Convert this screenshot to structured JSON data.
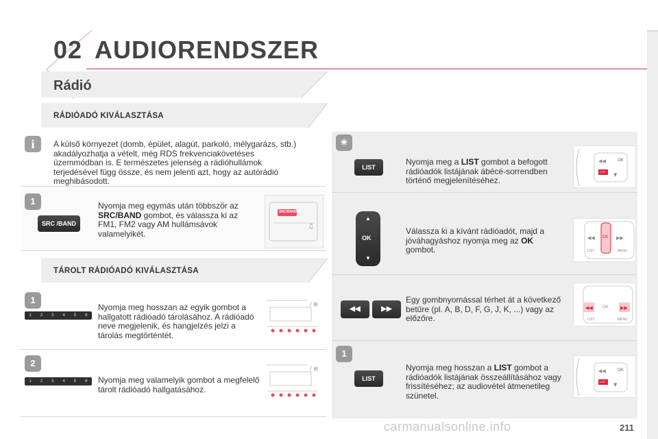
{
  "header": {
    "chapter_number": "02",
    "chapter_title": "AUDIORENDSZER"
  },
  "section": {
    "title": "Rádió"
  },
  "left": {
    "select_heading": "RÁDIÓADÓ KIVÁLASZTÁSA",
    "info_text": "A külső környezet (domb, épület, alagút, parkoló, mélygarázs, stb.) akadályozhatja a vételt, még RDS frekvenciakövetéses üzemmódban is. E természetes jelenség a rádióhullámok terjedésével függ össze, és nem jelenti azt, hogy az autórádió meghibásodott.",
    "step1_number": "1",
    "step1_pre": "Nyomja meg egymás után többször az ",
    "step1_bold": "SRC/BAND",
    "step1_post": " gombot, és válassza ki az FM1, FM2 vagy AM hullámsávok valamelyikét.",
    "src_band_label": "SRC /BAND",
    "src_band_thumb_label": "SRC/BAND",
    "stored_heading": "TÁROLT RÁDIÓADÓ KIVÁLASZTÁSA",
    "stored_step1_number": "1",
    "stored_step1_text": "Nyomja meg hosszan az egyik gombot a hallgatott rádióadó tárolásához. A rádióadó neve megjelenik, és hangjelzés jelzi a tárolás megtörténtét.",
    "stored_step2_number": "2",
    "stored_step2_text": "Nyomja meg valamelyik gombot a megfelelő tárolt rádióadó hallgatásához.",
    "preset_labels": [
      "1",
      "2",
      "3",
      "4",
      "5",
      "6"
    ]
  },
  "right": {
    "tip1_pre": "Nyomja meg a ",
    "tip1_bold": "LIST",
    "tip1_post": " gombot a befogott rádióadók listájának ábécé-sorrendben történő megjelenítéséhez.",
    "list_label": "LIST",
    "tip2_pre": "Válassza ki a kívánt rádióadót, majd a jóváhagyáshoz nyomja meg az ",
    "tip2_bold": "OK",
    "tip2_post": " gombot.",
    "ok_label": "OK",
    "tip3_text": "Egy gombnyomással térhet át a következő betűre (pl. A, B, D, F, G, J, K, ...) vagy az előzőre.",
    "tip4_number": "1",
    "tip4_pre": "Nyomja meg hosszan a ",
    "tip4_bold": "LIST",
    "tip4_post": " gombot a rádióadók listájának összeállításához vagy frissítéséhez; az audiovétel átmenetileg szünetel.",
    "thumb_ok": "OK",
    "thumb_list": "LIST",
    "thumb_menu": "MENU"
  },
  "footer": {
    "page_number": "211",
    "watermark": "carmanualsonline.info"
  },
  "colors": {
    "accent": "#b23a4a",
    "band": "#eeeeee",
    "button_dark": "#2f2f2f",
    "highlight": "#e2243a"
  }
}
